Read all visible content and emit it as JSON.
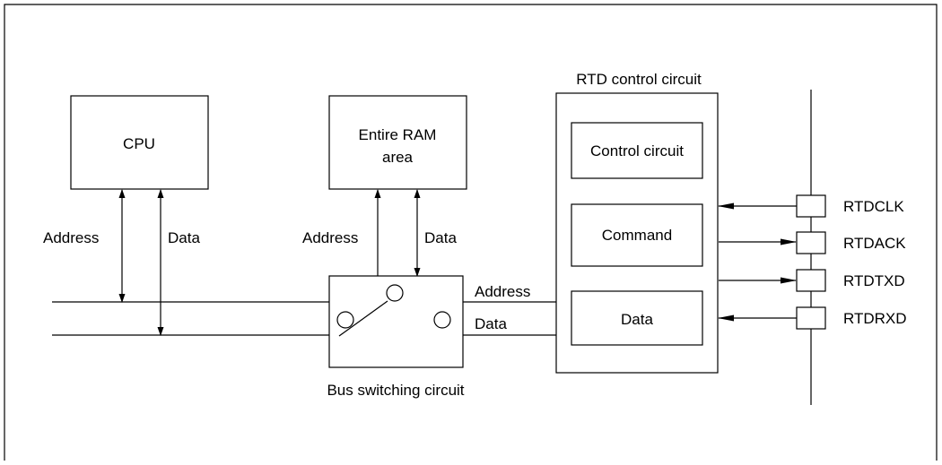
{
  "cpu": {
    "label": "CPU",
    "address_label": "Address",
    "data_label": "Data"
  },
  "ram": {
    "label_line1": "Entire RAM",
    "label_line2": "area",
    "address_label": "Address",
    "data_label": "Data"
  },
  "bus_switch": {
    "caption": "Bus switching circuit",
    "address_label": "Address",
    "data_label": "Data"
  },
  "rtd": {
    "title": "RTD control circuit",
    "blocks": {
      "control": "Control circuit",
      "command": "Command",
      "data": "Data"
    }
  },
  "signals": [
    "RTDCLK",
    "RTDACK",
    "RTDTXD",
    "RTDRXD"
  ]
}
